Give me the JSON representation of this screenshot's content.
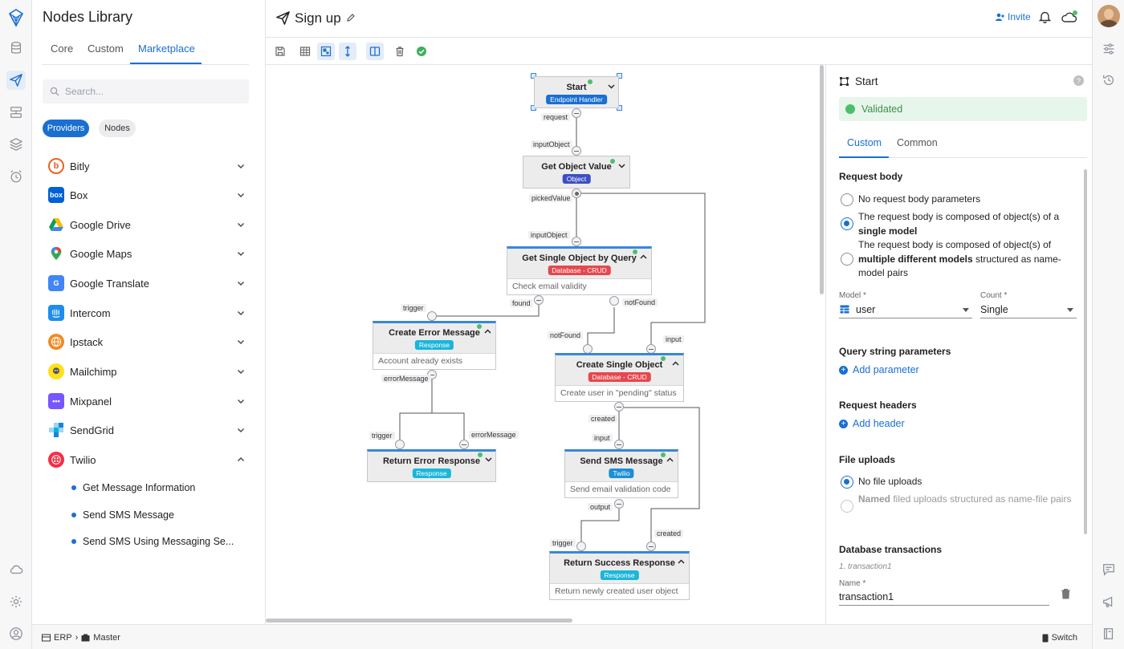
{
  "library": {
    "title": "Nodes Library",
    "tabs": [
      "Core",
      "Custom",
      "Marketplace"
    ],
    "search_placeholder": "Search...",
    "chips": [
      "Providers",
      "Nodes"
    ],
    "providers": [
      "Bitly",
      "Box",
      "Google Drive",
      "Google Maps",
      "Google Translate",
      "Intercom",
      "Ipstack",
      "Mailchimp",
      "Mixpanel",
      "SendGrid",
      "Twilio"
    ],
    "twilio_items": [
      "Get Message Information",
      "Send SMS Message",
      "Send SMS Using Messaging Se..."
    ]
  },
  "status": {
    "crumb_a": "ERP",
    "crumb_b": "Master",
    "switch": "Switch"
  },
  "header": {
    "title": "Sign up",
    "invite": "Invite"
  },
  "canvas": {
    "nodes": {
      "start": {
        "title": "Start",
        "badge": "Endpoint Handler"
      },
      "get_value": {
        "title": "Get Object Value",
        "badge": "Object"
      },
      "get_single": {
        "title": "Get Single Object by Query",
        "badge": "Database - CRUD",
        "desc": "Check email validity"
      },
      "create_error": {
        "title": "Create Error Message",
        "badge": "Response",
        "desc": "Account already exists"
      },
      "create_single": {
        "title": "Create Single Object",
        "badge": "Database - CRUD",
        "desc": "Create user in \"pending\" status"
      },
      "return_error": {
        "title": "Return Error Response",
        "badge": "Response"
      },
      "send_sms": {
        "title": "Send SMS Message",
        "badge": "Twilio",
        "desc": "Send email validation code"
      },
      "return_success": {
        "title": "Return Success Response",
        "badge": "Response",
        "desc": "Return newly created user object"
      }
    },
    "ports": {
      "request": "request",
      "input_object": "inputObject",
      "picked_value": "pickedValue",
      "input_object2": "inputObject",
      "trigger": "trigger",
      "found": "found",
      "not_found": "notFound",
      "not_found2": "notFound",
      "input": "input",
      "error_message": "errorMessage",
      "trigger2": "trigger",
      "error_message2": "errorMessage",
      "created": "created",
      "input2": "input",
      "output": "output",
      "trigger3": "trigger",
      "created2": "created"
    }
  },
  "panel": {
    "title": "Start",
    "validated": "Validated",
    "tabs": [
      "Custom",
      "Common"
    ],
    "request_body": {
      "heading": "Request body",
      "opt1": "No request body parameters",
      "opt2_a": "The request body is composed of object(s) of a ",
      "opt2_b": "single model",
      "opt3_a": "The request body is composed of object(s) of ",
      "opt3_b": "multiple different models",
      "opt3_c": " structured as name-model pairs"
    },
    "model_label": "Model *",
    "model_value": "user",
    "count_label": "Count *",
    "count_value": "Single",
    "query_heading": "Query string parameters",
    "add_parameter": "Add parameter",
    "headers_heading": "Request headers",
    "add_header": "Add header",
    "uploads_heading": "File uploads",
    "upload_opt1": "No file uploads",
    "upload_opt2_a": "Named",
    "upload_opt2_b": " filed uploads structured as name-file pairs",
    "tx_heading": "Database transactions",
    "tx_item": "1. transaction1",
    "tx_name_label": "Name *",
    "tx_name_value": "transaction1"
  },
  "colors": {
    "accent": "#1a6fd1",
    "crud": "#e5484d",
    "response": "#1bb6d9",
    "object": "#3b4fc4",
    "twilio": "#1b8fd6",
    "endpoint": "#1a6fd1",
    "ok": "#4cbf6b"
  }
}
